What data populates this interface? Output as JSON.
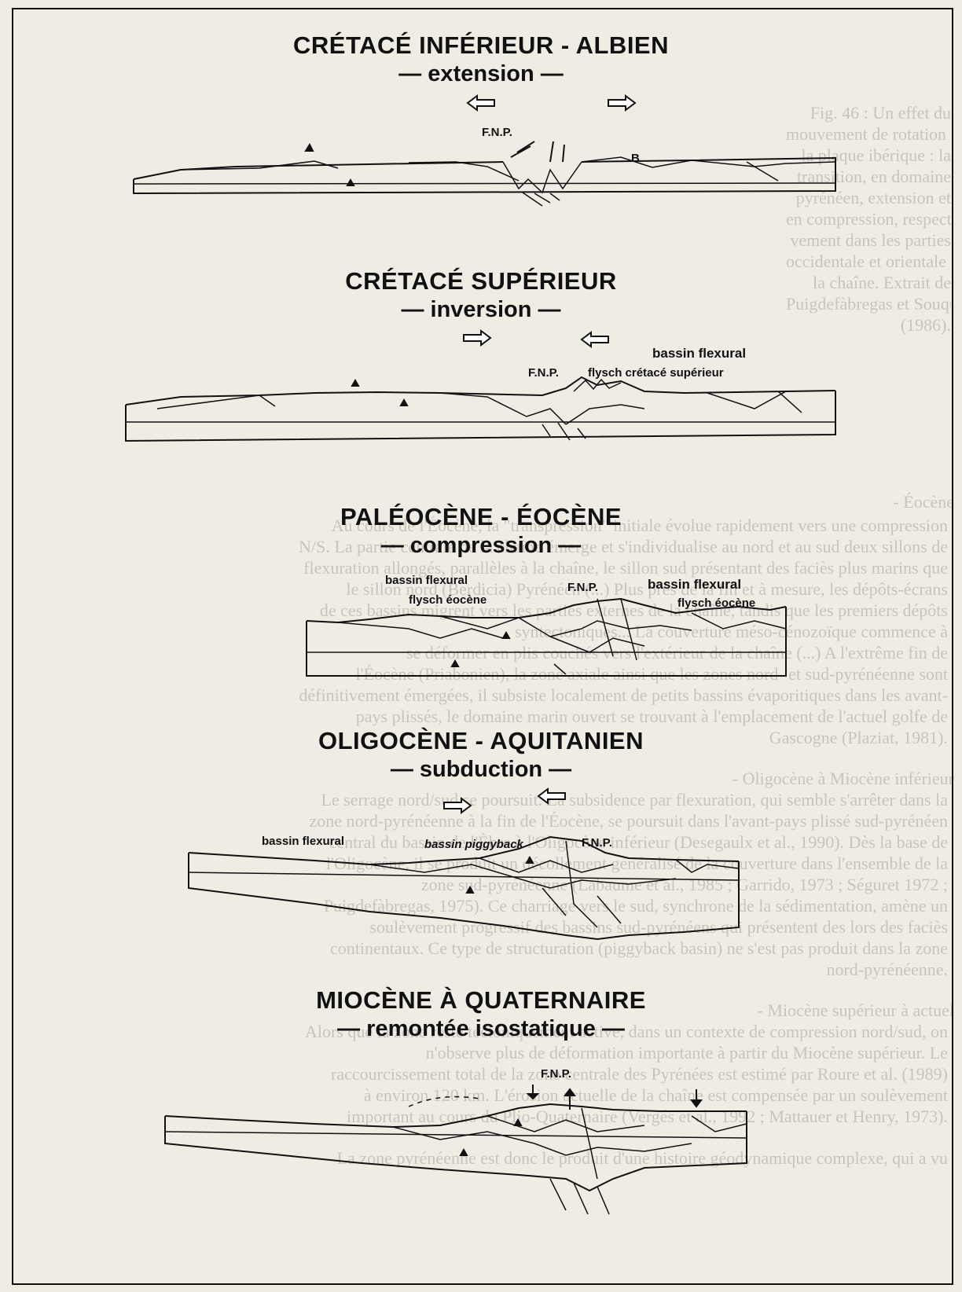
{
  "background_text": {
    "right_caption": [
      "Fig. 46 : Un effet du",
      "mouvement de rotation de",
      "la plaque ibérique : la",
      "transition, en domaine",
      "pyrénéen, extension et",
      "en compression, respecti-",
      "vement dans les parties",
      "occidentale et orientale de",
      "la chaîne. Extrait de",
      "Puigdefàbregas et Souquet",
      "(1986)."
    ],
    "main_lines": [
      "- Éocène",
      "Au cours de l'Éocène, la \"transpression\" initiale évolue rapidement vers une compression",
      "N/S. La partie centrale de la chaîne émerge et s'individualise au nord et au sud deux sillons de",
      "flexuration allongés, parallèles à la chaîne, le sillon sud présentant des faciès plus marins que",
      "le sillon nord (Berdicia) Pyrénéen (...) Plus près de la fin et à mesure, les dépôts-écrans",
      "de ces bassins migrent vers les parties externes de la chaîne, tandis que les premiers dépôts",
      "syntectoniques... La couverture méso-cénozoïque commence à",
      "se déformer en plis couchés vers l'extérieur de la chaîne (...) A l'extrême fin de",
      "l'Éocène (Priabonien), la zone axiale ainsi que les zones nord- et sud-pyrénéenne sont",
      "définitivement émergées, il subsiste localement de petits bassins évaporitiques dans les avant-",
      "pays plissés, le domaine marin ouvert se trouvant à l'emplacement de l'actuel golfe de",
      "Gascogne (Plaziat, 1981).",
      "- Oligocène à Miocène inférieur",
      "Le serrage nord/sud se poursuit. La subsidence par flexuration, qui semble s'arrêter dans la",
      "zone nord-pyrénéenne à la fin de l'Éocène, se poursuit dans l'avant-pays plissé sud-pyrénéen",
      "central du bassin de l'Èbre à l'Oligocène inférieur (Desegaulx et al., 1990). Dès la base de",
      "l'Oligocène, il se produit un décollement généralisé de la couverture dans l'ensemble de la",
      "zone sud-pyrénéenne (Labaume et al., 1985 ; Garrido, 1973 ; Séguret 1972 ;",
      "Puigdefàbregas, 1975). Ce charriage vers le sud, synchrone de la sédimentation, amène un",
      "soulèvement progressif des bassins sud-pyrénéens qui présentent des lors des faciès",
      "continentaux. Ce type de structuration (piggyback basin) ne s'est pas produit dans la zone",
      "nord-pyrénéenne.",
      "- Miocène supérieur à actuel",
      "Alors que la zone reste tectoniquement active, dans un contexte de compression nord/sud, on",
      "n'observe plus de déformation importante à partir du Miocène supérieur. Le",
      "raccourcissement total de la zone centrale des Pyrénées est estimé par Roure et al. (1989)",
      "à environ 120 km. L'érosion actuelle de la chaîne est compensée par un soulèvement",
      "important au cours du Plio-Quaternaire (Vergés et al., 1992 ; Mattauer et Henry, 1973).",
      "La zone pyrénéenne est donc le produit d'une histoire géodynamique complexe, qui a vu"
    ]
  },
  "panels": [
    {
      "title": "CRÉTACÉ INFÉRIEUR - ALBIEN",
      "subtitle": "— extension —",
      "labels": {
        "fnp": "F.N.P.",
        "b": "B"
      }
    },
    {
      "title": "CRÉTACÉ SUPÉRIEUR",
      "subtitle": "— inversion —",
      "labels": {
        "fnp": "F.N.P.",
        "basin": "bassin flexural",
        "flysch": "flysch crétacé supérieur"
      }
    },
    {
      "title": "PALÉOCÈNE - ÉOCÈNE",
      "subtitle": "— compression —",
      "labels": {
        "basin_left": "bassin flexural",
        "flysch_left": "flysch éocène",
        "fnp": "F.N.P.",
        "basin_right": "bassin flexural",
        "flysch_right": "flysch éocène"
      }
    },
    {
      "title": "OLIGOCÈNE - AQUITANIEN",
      "subtitle": "— subduction —",
      "labels": {
        "basin_left": "bassin flexural",
        "basin_piggy": "bassin piggyback",
        "fnp": "F.N.P."
      }
    },
    {
      "title": "MIOCÈNE À QUATERNAIRE",
      "subtitle": "— remontée isostatique —",
      "labels": {
        "fnp": "F.N.P."
      }
    }
  ]
}
